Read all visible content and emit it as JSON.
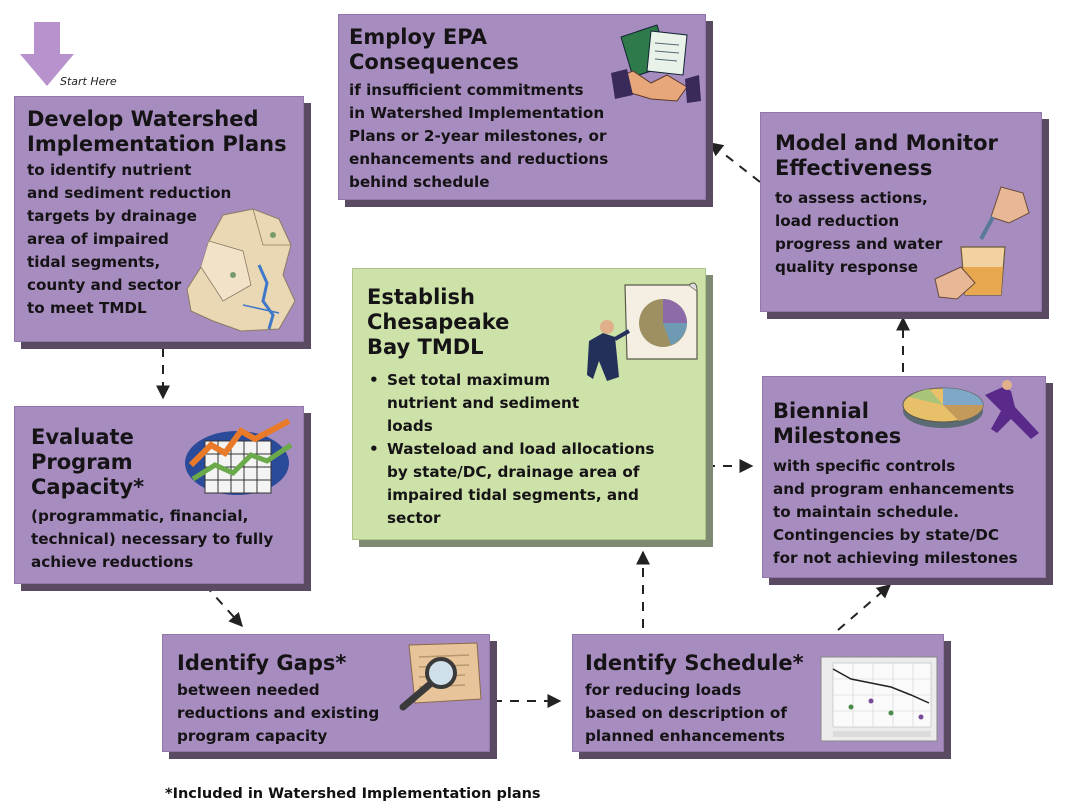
{
  "start_label": "Start Here",
  "footnote": "*Included in Watershed Implementation plans",
  "boxes": {
    "develop": {
      "title": [
        "Develop Watershed",
        "Implementation Plans"
      ],
      "body": [
        "to identify nutrient",
        "and sediment reduction",
        "targets by drainage",
        "area of impaired",
        "tidal segments,",
        "county and sector",
        "to meet TMDL"
      ]
    },
    "employ": {
      "title": [
        "Employ EPA",
        "Consequences"
      ],
      "body": [
        "if insufficient commitments",
        "in Watershed Implementation",
        "Plans or 2-year milestones, or",
        "enhancements and reductions",
        "behind schedule"
      ]
    },
    "model": {
      "title": [
        "Model and Monitor",
        "Effectiveness"
      ],
      "body": [
        "to assess actions,",
        "load reduction",
        "progress and water",
        "quality response"
      ]
    },
    "establish": {
      "title": [
        "Establish",
        "Chesapeake",
        "Bay TMDL"
      ],
      "bullets": [
        [
          "Set total maximum",
          "nutrient and sediment",
          "loads"
        ],
        [
          "Wasteload and load allocations",
          "by state/DC, drainage area of",
          "impaired tidal segments, and",
          "sector"
        ]
      ]
    },
    "biennial": {
      "title": [
        "Biennial",
        "Milestones"
      ],
      "body": [
        "with specific controls",
        "and program enhancements",
        "to maintain schedule.",
        "Contingencies by state/DC",
        "for not achieving milestones"
      ]
    },
    "evaluate": {
      "title": [
        "Evaluate",
        "Program",
        "Capacity*"
      ],
      "body": [
        "(programmatic, financial,",
        "technical) necessary to fully",
        "achieve reductions"
      ]
    },
    "gaps": {
      "title": [
        "Identify Gaps*"
      ],
      "body": [
        "between needed",
        "reductions and existing",
        "program capacity"
      ]
    },
    "schedule": {
      "title": [
        "Identify Schedule*"
      ],
      "body": [
        "for reducing loads",
        "based on description of",
        "planned enhancements"
      ]
    }
  }
}
